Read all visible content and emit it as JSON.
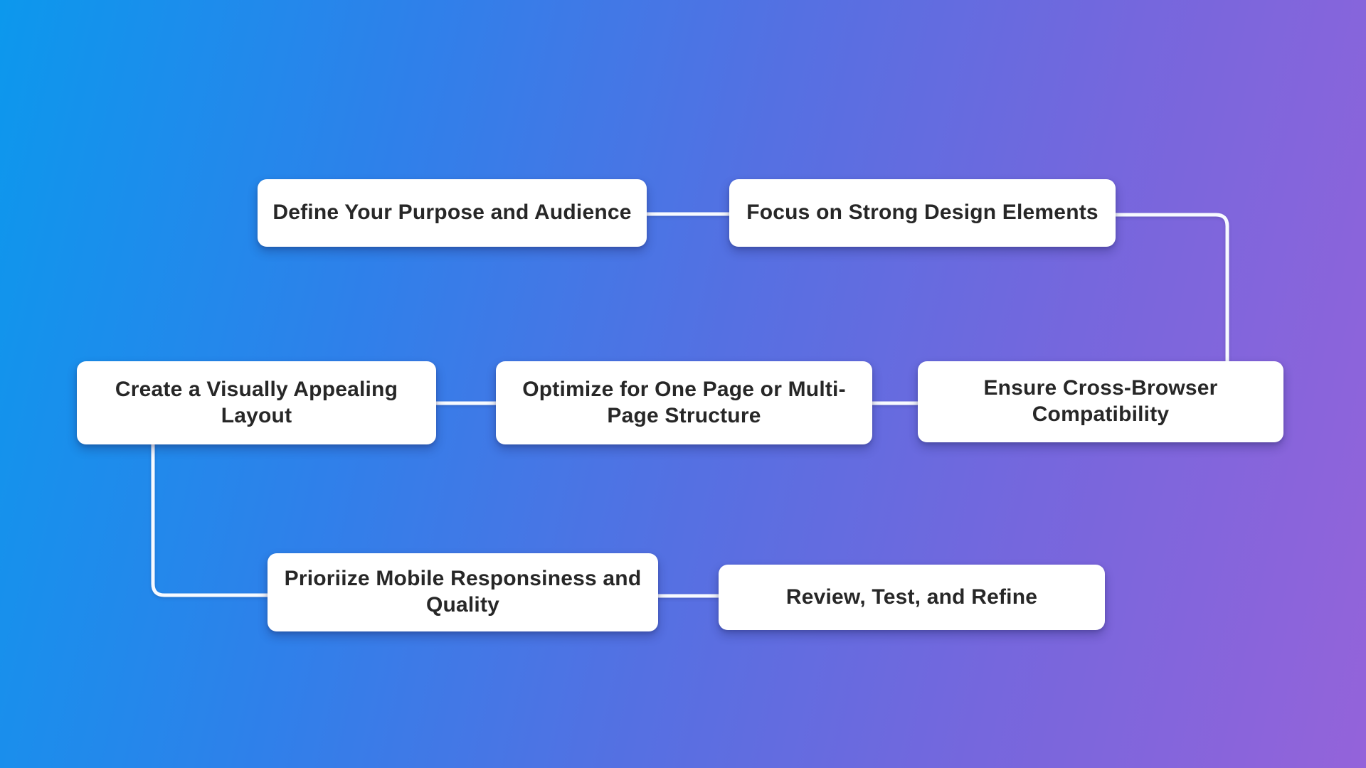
{
  "diagram": {
    "type": "flowchart",
    "background": {
      "gradient_start": "#0c98ed",
      "gradient_mid": "#5570e2",
      "gradient_end": "#9463da"
    },
    "node_style": {
      "background": "#ffffff",
      "text_color": "#272727",
      "connector_color": "#f7faff"
    },
    "nodes": [
      {
        "id": "define-purpose",
        "label": "Define Your Purpose and Audience"
      },
      {
        "id": "focus-design-elements",
        "label": "Focus on Strong Design Elements"
      },
      {
        "id": "create-layout",
        "label": "Create a Visually Appealing Layout"
      },
      {
        "id": "optimize-structure",
        "label": "Optimize for One Page or Multi-Page Structure"
      },
      {
        "id": "cross-browser",
        "label": "Ensure Cross-Browser Compatibility"
      },
      {
        "id": "mobile-responsiveness",
        "label": "Prioriize Mobile Responsiness and Quality"
      },
      {
        "id": "review-test-refine",
        "label": "Review, Test, and Refine"
      }
    ],
    "edges": [
      {
        "from": "define-purpose",
        "to": "focus-design-elements",
        "shape": "straight"
      },
      {
        "from": "focus-design-elements",
        "to": "cross-browser",
        "shape": "elbow-down"
      },
      {
        "from": "create-layout",
        "to": "optimize-structure",
        "shape": "straight"
      },
      {
        "from": "optimize-structure",
        "to": "cross-browser",
        "shape": "straight"
      },
      {
        "from": "create-layout",
        "to": "mobile-responsiveness",
        "shape": "elbow-down"
      },
      {
        "from": "mobile-responsiveness",
        "to": "review-test-refine",
        "shape": "straight"
      }
    ]
  }
}
